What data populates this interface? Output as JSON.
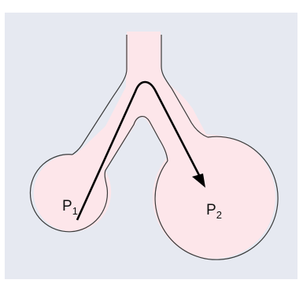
{
  "colors": {
    "panel": "#e6e9f1",
    "vessel_fill": "#fde6ea",
    "vessel_outline": "#3a3a3a",
    "arrow": "#000000"
  },
  "labels": {
    "p1_base": "P",
    "p1_sub": "1",
    "p2_base": "P",
    "p2_sub": "2"
  }
}
